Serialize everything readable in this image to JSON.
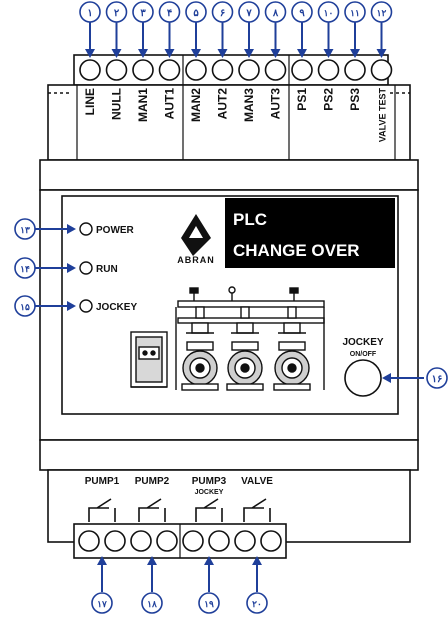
{
  "colors": {
    "callout_blue": "#1f3f9a",
    "outline": "#111111",
    "body_fill": "#e9e9e9",
    "panel_fill": "#ffffff",
    "title_box": "#000000",
    "title_text": "#ffffff"
  },
  "top_terminals": [
    {
      "number": "۱",
      "label": "LINE"
    },
    {
      "number": "۲",
      "label": "NULL"
    },
    {
      "number": "۳",
      "label": "MAN1"
    },
    {
      "number": "۴",
      "label": "AUT1"
    },
    {
      "number": "۵",
      "label": "MAN2"
    },
    {
      "number": "۶",
      "label": "AUT2"
    },
    {
      "number": "۷",
      "label": "MAN3"
    },
    {
      "number": "۸",
      "label": "AUT3"
    },
    {
      "number": "۹",
      "label": "PS1"
    },
    {
      "number": "۱۰",
      "label": "PS2"
    },
    {
      "number": "۱۱",
      "label": "PS3"
    },
    {
      "number": "۱۲",
      "label": "VALVE TEST"
    }
  ],
  "indicators": [
    {
      "number": "۱۳",
      "label": "POWER"
    },
    {
      "number": "۱۴",
      "label": "RUN"
    },
    {
      "number": "۱۵",
      "label": "JOCKEY"
    }
  ],
  "logo": {
    "brand": "ABRAN",
    "icon": "abran-logo-icon"
  },
  "title": {
    "line1": "PLC",
    "line2": "CHANGE OVER"
  },
  "jockey_switch": {
    "number": "۱۶",
    "label": "JOCKEY",
    "sublabel": "ON/OFF"
  },
  "relays": [
    {
      "label": "PUMP1",
      "sublabel": ""
    },
    {
      "label": "PUMP2",
      "sublabel": ""
    },
    {
      "label": "PUMP3",
      "sublabel": "JOCKEY"
    },
    {
      "label": "VALVE",
      "sublabel": ""
    }
  ],
  "bottom_callouts": [
    "۱۷",
    "۱۸",
    "۱۹",
    "۲۰"
  ],
  "icons": [
    "pump-station-icon",
    "control-cabinet-icon",
    "relay-contact-icon",
    "arrow-icon"
  ]
}
